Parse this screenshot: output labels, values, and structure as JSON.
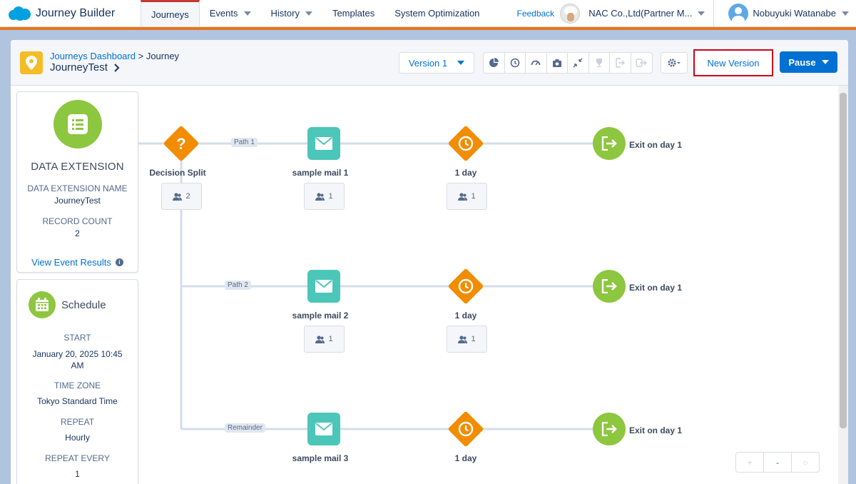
{
  "app": {
    "title": "Journey Builder"
  },
  "nav": {
    "tabs": [
      {
        "label": "Journeys"
      },
      {
        "label": "Events"
      },
      {
        "label": "History"
      },
      {
        "label": "Templates"
      },
      {
        "label": "System Optimization"
      }
    ],
    "feedback": "Feedback",
    "org": "NAC Co.,Ltd(Partner M...",
    "user": "Nobuyuki Watanabe"
  },
  "header": {
    "breadcrumb_link": "Journeys Dashboard",
    "breadcrumb_sep": ">",
    "breadcrumb_current": "Journey",
    "journey_name": "JourneyTest",
    "version": "Version 1",
    "new_version": "New Version",
    "pause": "Pause"
  },
  "entry": {
    "title": "DATA EXTENSION",
    "name_label": "DATA EXTENSION NAME",
    "name_value": "JourneyTest",
    "count_label": "RECORD COUNT",
    "count_value": "2",
    "link": "View Event Results",
    "info": "i"
  },
  "schedule": {
    "title": "Schedule",
    "start_label": "START",
    "start_value": "January 20, 2025 10:45 AM",
    "tz_label": "TIME ZONE",
    "tz_value": "Tokyo Standard Time",
    "repeat_label": "REPEAT",
    "repeat_value": "Hourly",
    "every_label": "REPEAT EVERY",
    "every_value": "1"
  },
  "canvas": {
    "decision": {
      "label": "Decision Split",
      "count": "2"
    },
    "paths": [
      {
        "tag": "Path 1",
        "mail": "sample mail 1",
        "mail_count": "1",
        "wait": "1 day",
        "wait_count": "1",
        "exit": "Exit on day 1"
      },
      {
        "tag": "Path 2",
        "mail": "sample mail 2",
        "mail_count": "1",
        "wait": "1 day",
        "wait_count": "1",
        "exit": "Exit on day 1"
      },
      {
        "tag": "Remainder",
        "mail": "sample mail 3",
        "wait": "1 day",
        "exit": "Exit on day 1"
      }
    ]
  },
  "zoom": {
    "plus": "+",
    "minus": "-",
    "reset": "○"
  },
  "colors": {
    "accent": "#0070d2",
    "orange": "#e9741d",
    "green": "#8dc63f",
    "teal": "#4bc6b9",
    "diamond": "#f28c00"
  }
}
